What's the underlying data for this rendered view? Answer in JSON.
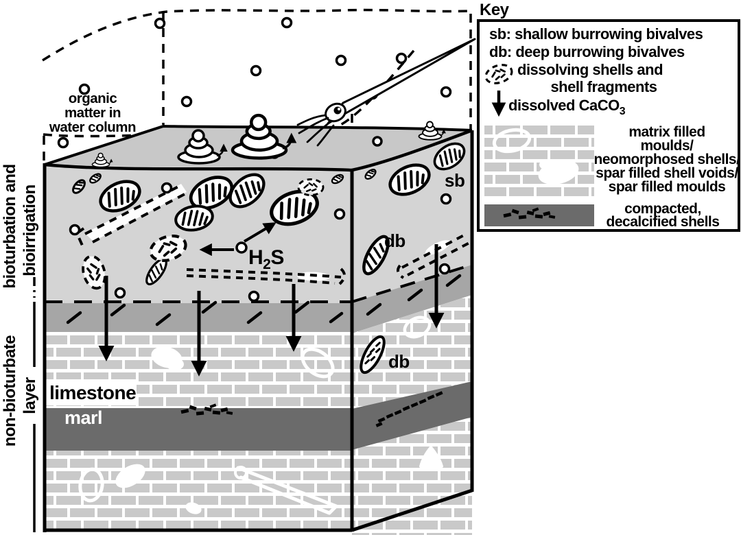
{
  "colors": {
    "background": "#ffffff",
    "layer_light": "#d4d4d4",
    "surface": "#c8c8c8",
    "band_medium": "#a6a6a6",
    "marl_dark": "#6b6b6b",
    "brick": "#c9c9c9",
    "ink": "#000000"
  },
  "labels": {
    "zone_top_line1": "bioturbation and",
    "zone_top_line2": "bioirrigation",
    "zone_bottom_line1": "non-bioturbate",
    "zone_bottom_line2": "layer",
    "organic_line1": "organic",
    "organic_line2": "matter in",
    "organic_line3": "water column",
    "limestone": "limestone",
    "marl": "marl",
    "sb": "sb",
    "db_upper": "db",
    "db_lower": "db",
    "h2s_main": "H",
    "h2s_sub": "2",
    "h2s_tail": "S"
  },
  "key": {
    "title": "Key",
    "line_sb": "sb: shallow burrowing bivalves",
    "line_db": "db: deep burrowing bivalves",
    "dissolving_line1": "dissolving shells and",
    "dissolving_line2": "shell fragments",
    "dissolved_caco3": "dissolved CaCO",
    "dissolved_caco3_sub": "3",
    "matrix_lines": [
      "matrix filled",
      "moulds/",
      "neomorphosed shells/",
      "spar filled shell voids/",
      "spar filled moulds"
    ],
    "compacted_line1": "compacted,",
    "compacted_line2": "decalcified shells",
    "icons": {
      "dissolving_shell": "dashed-shell-icon",
      "dissolved_caco3": "down-arrow-icon",
      "matrix_swatch": "limestone-brick-swatch",
      "compacted_swatch": "marl-dark-swatch"
    }
  },
  "diagram": {
    "features": [
      "water-column-dashed-outline",
      "organic-matter-particles",
      "burrowing-squid",
      "sediment-surface-mounds",
      "shallow-burrowing-bivalves",
      "deep-burrowing-bivalves",
      "dissolving-shells",
      "burrow-tubes",
      "h2s-arrows",
      "dissolved-caco3-down-arrows",
      "bioturbated-layer",
      "transition-band",
      "limestone-brick-layers",
      "marl-layer",
      "compacted-shell-fragments",
      "white-shell-moulds"
    ]
  }
}
